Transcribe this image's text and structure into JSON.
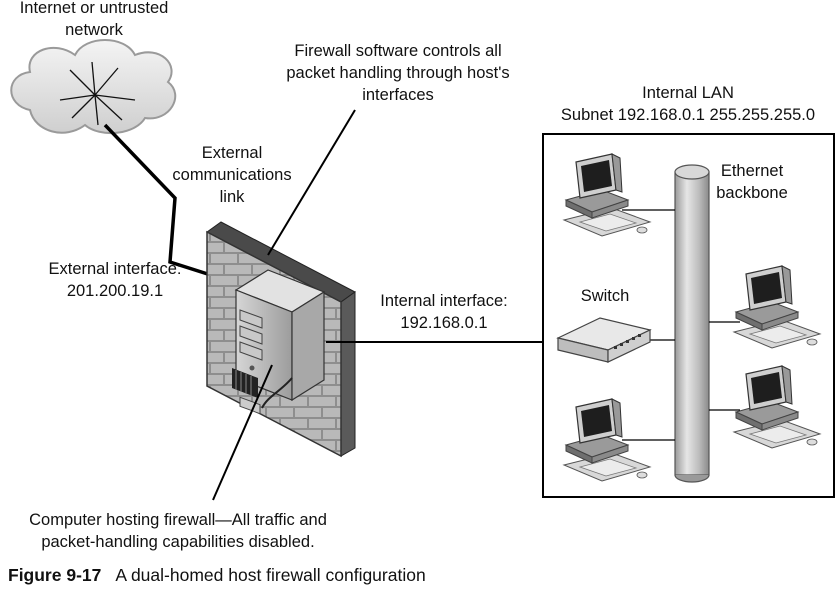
{
  "labels": {
    "internet": [
      "Internet or untrusted",
      "network"
    ],
    "firewall_software": [
      "Firewall software controls all",
      "packet handling through host's",
      "interfaces"
    ],
    "internal_lan": [
      "Internal LAN",
      "Subnet 192.168.0.1 255.255.255.0"
    ],
    "external_link": [
      "External",
      "communications",
      "link"
    ],
    "ethernet_backbone": [
      "Ethernet",
      "backbone"
    ],
    "external_interface": [
      "External interface:",
      "201.200.19.1"
    ],
    "internal_interface": [
      "Internal interface:",
      "192.168.0.1"
    ],
    "switch": "Switch",
    "computer_hosting": [
      "Computer hosting firewall—All traffic and",
      "packet-handling capabilities disabled."
    ]
  },
  "caption": {
    "number": "Figure 9-17",
    "text": "A dual-homed host firewall configuration"
  }
}
